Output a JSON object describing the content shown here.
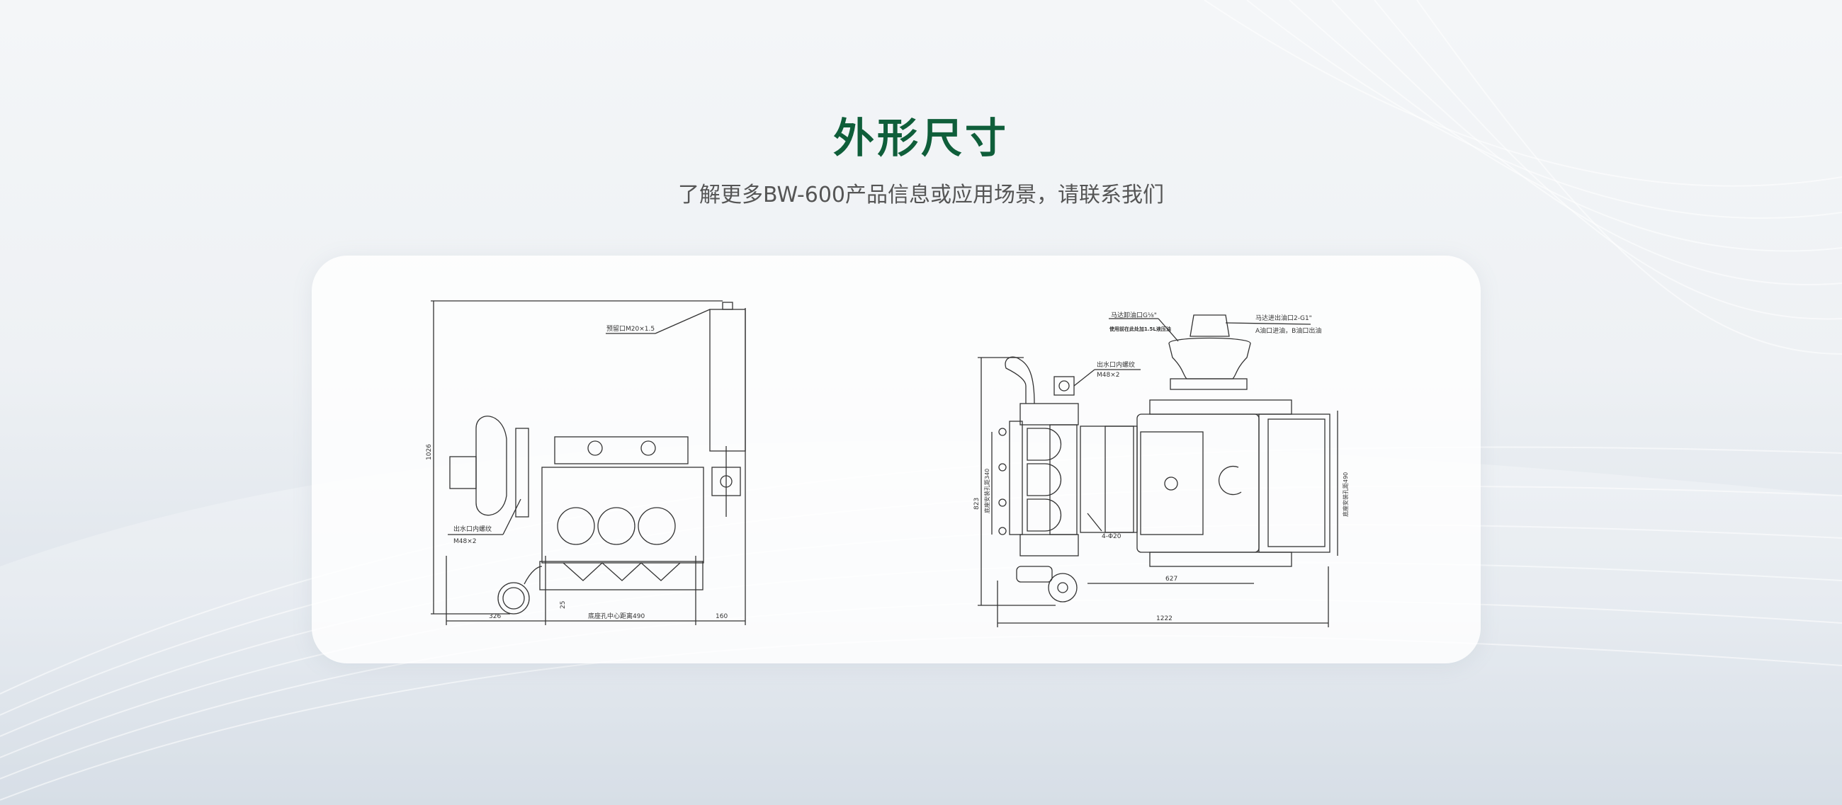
{
  "section": {
    "title": "外形尺寸",
    "subtitle": "了解更多BW-600产品信息或应用场景，请联系我们",
    "title_color": "#0f5e3a"
  },
  "drawing_front": {
    "label_reserved_port": "预留口M20×1.5",
    "label_outlet_thread": "出水口内螺纹",
    "label_outlet_spec": "M48×2",
    "dim_height": "1026",
    "dim_left": "326",
    "dim_base_holes": "底座孔中心距离490",
    "dim_right": "160",
    "dim_small": "25"
  },
  "drawing_top": {
    "label_motor_drain": "马达卸油口G⅛\"",
    "label_motor_drain_note": "使用前在此处加1.5L液压油",
    "label_motor_ports": "马达进出油口2-G1\"",
    "label_motor_ports_note": "A油口进油，B油口出油",
    "label_outlet_thread": "出水口内螺纹",
    "label_outlet_spec": "M48×2",
    "dim_height": "823",
    "dim_mount_340": "底座安装孔距340",
    "dim_mount_490": "底座安装孔距490",
    "dim_holes": "4-Φ20",
    "dim_627": "627",
    "dim_width": "1222"
  }
}
